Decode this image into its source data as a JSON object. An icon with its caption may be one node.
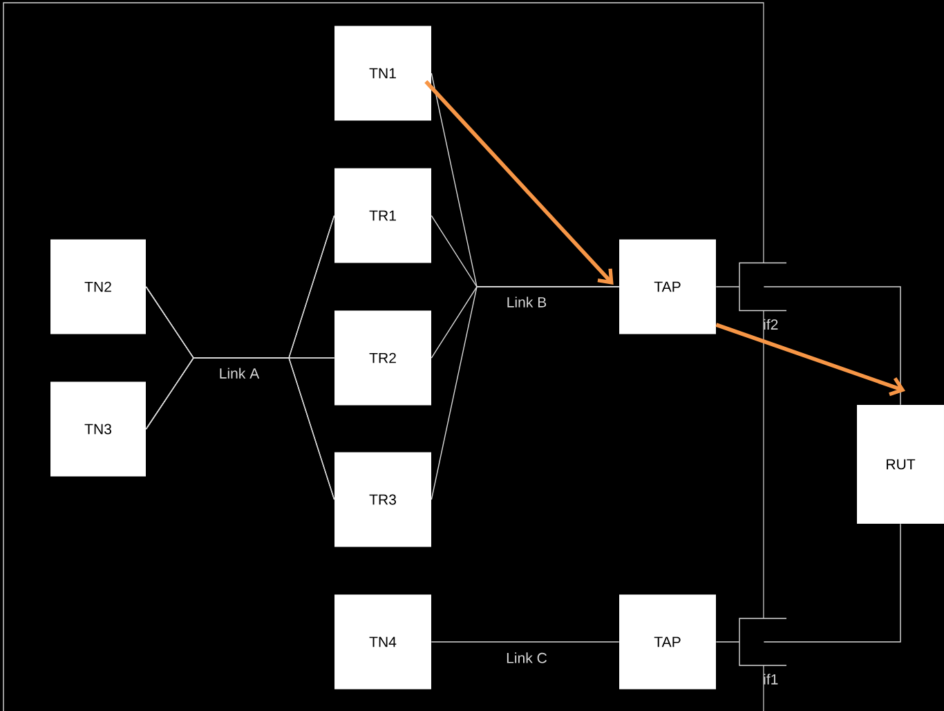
{
  "diagram": {
    "nodes": [
      {
        "text": [
          "TN1"
        ]
      },
      {
        "text": [
          "TN2"
        ]
      },
      {
        "text": [
          "TN3"
        ]
      },
      {
        "text": [
          "TR1"
        ]
      },
      {
        "text": [
          "TR2"
        ]
      },
      {
        "text": [
          "TR3"
        ]
      },
      {
        "text": [
          "TAP"
        ]
      },
      {
        "text": [
          "if2"
        ]
      },
      {
        "text": [
          "RUT"
        ]
      },
      {
        "text": [
          "TN4"
        ]
      },
      {
        "text": [
          "TAP"
        ]
      },
      {
        "text": [
          "if1"
        ]
      }
    ],
    "edges": [
      {
        "from": 1,
        "to": 3,
        "arrow": "none"
      },
      {
        "from": 1,
        "to": 4,
        "arrow": "none",
        "label": "Link A"
      },
      {
        "from": 1,
        "to": 5,
        "arrow": "none"
      },
      {
        "from": 2,
        "to": 3,
        "arrow": "none"
      },
      {
        "from": 2,
        "to": 4,
        "arrow": "none"
      },
      {
        "from": 2,
        "to": 5,
        "arrow": "none"
      },
      {
        "from": 0,
        "to": 6,
        "arrow": "none",
        "label": "Link B"
      },
      {
        "from": 3,
        "to": 6,
        "arrow": "none"
      },
      {
        "from": 4,
        "to": 6,
        "arrow": "none"
      },
      {
        "from": 5,
        "to": 6,
        "arrow": "none"
      },
      {
        "from": 9,
        "to": 10,
        "arrow": "none",
        "label": "Link C"
      },
      {
        "from": 6,
        "to": 7,
        "arrow": "none"
      },
      {
        "from": 7,
        "to": 8,
        "arrow": "none"
      },
      {
        "from": 10,
        "to": 11,
        "arrow": "none"
      },
      {
        "from": 11,
        "to": 8,
        "arrow": "none"
      },
      {
        "from": 0,
        "to": 6,
        "arrow": "to",
        "style": "thick",
        "color": "#f79646"
      },
      {
        "from": 6,
        "to": 8,
        "arrow": "to",
        "style": "thick",
        "color": "#f79646"
      }
    ]
  }
}
